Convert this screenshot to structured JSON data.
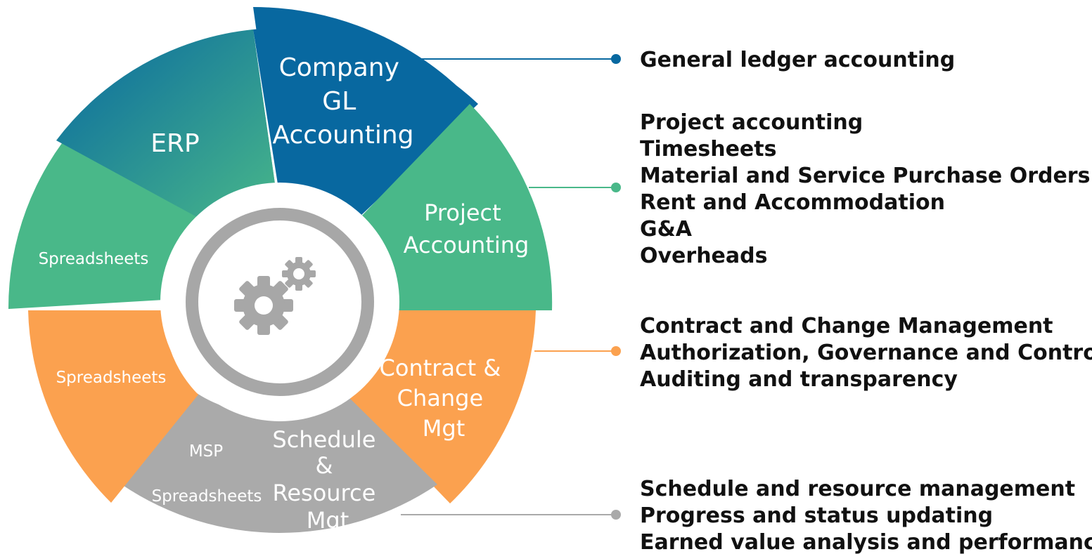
{
  "colors": {
    "blue": "#0868A0",
    "green": "#49B889",
    "orange": "#FBA14F",
    "gray": "#AAAAAA",
    "center_gray": "#A7A7A7",
    "text_dark": "#111111"
  },
  "wheel": {
    "segments": {
      "company_gl": {
        "lines": [
          "Company",
          "GL",
          "Accounting"
        ]
      },
      "erp": {
        "label": "ERP"
      },
      "spreadsheets_green": {
        "label": "Spreadsheets"
      },
      "project_accounting": {
        "lines": [
          "Project",
          "Accounting"
        ]
      },
      "spreadsheets_orange": {
        "label": "Spreadsheets"
      },
      "contract_change": {
        "lines": [
          "Contract &",
          "Change",
          "Mgt"
        ]
      },
      "msp": {
        "label": "MSP"
      },
      "spreadsheets_gray": {
        "label": "Spreadsheets"
      },
      "schedule_resource": {
        "lines": [
          "Schedule",
          "&",
          "Resource",
          "Mgt"
        ]
      }
    },
    "center_icon": "gears-icon"
  },
  "lists": [
    {
      "color": "blue",
      "items": [
        "General ledger accounting"
      ]
    },
    {
      "color": "green",
      "items": [
        "Project accounting",
        "Timesheets",
        "Material and Service Purchase Orders",
        "Rent and Accommodation",
        "G&A",
        "Overheads"
      ]
    },
    {
      "color": "orange",
      "items": [
        "Contract and Change Management",
        "Authorization, Governance and Control",
        "Auditing and transparency"
      ]
    },
    {
      "color": "gray",
      "items": [
        "Schedule and resource management",
        "Progress and status updating",
        "Earned value analysis and performance"
      ]
    }
  ]
}
